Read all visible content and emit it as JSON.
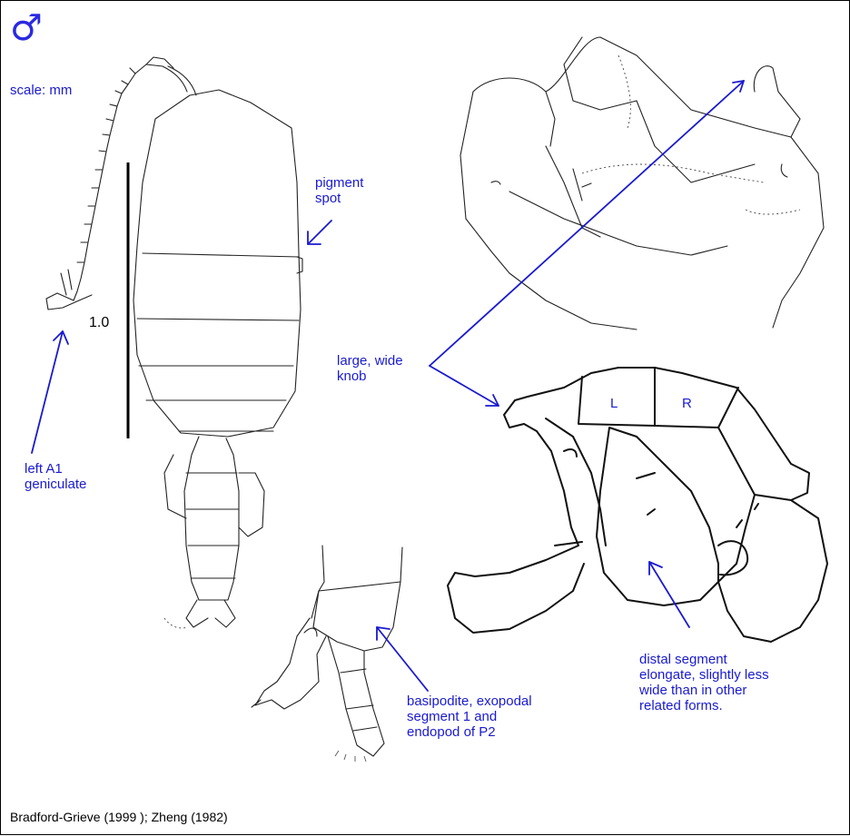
{
  "title_symbol": "♂",
  "labels": {
    "scale_note": "scale: mm",
    "scale_value": "1.0",
    "pigment_spot": "pigment\nspot",
    "left_a1": "left A1\ngeniculate",
    "large_knob": "large, wide\nknob",
    "basipodite": "basipodite, exopodal\nsegment 1 and\nendopod of P2",
    "distal_segment": "distal segment\nelongate, slightly less\nwide than in other\nrelated forms.",
    "left_mark": "L",
    "right_mark": "R"
  },
  "source": "Bradford-Grieve (1999 ); Zheng (1982)",
  "colors": {
    "annotation": "#1a1ad0",
    "drawing": "#222222",
    "border": "#000000"
  }
}
